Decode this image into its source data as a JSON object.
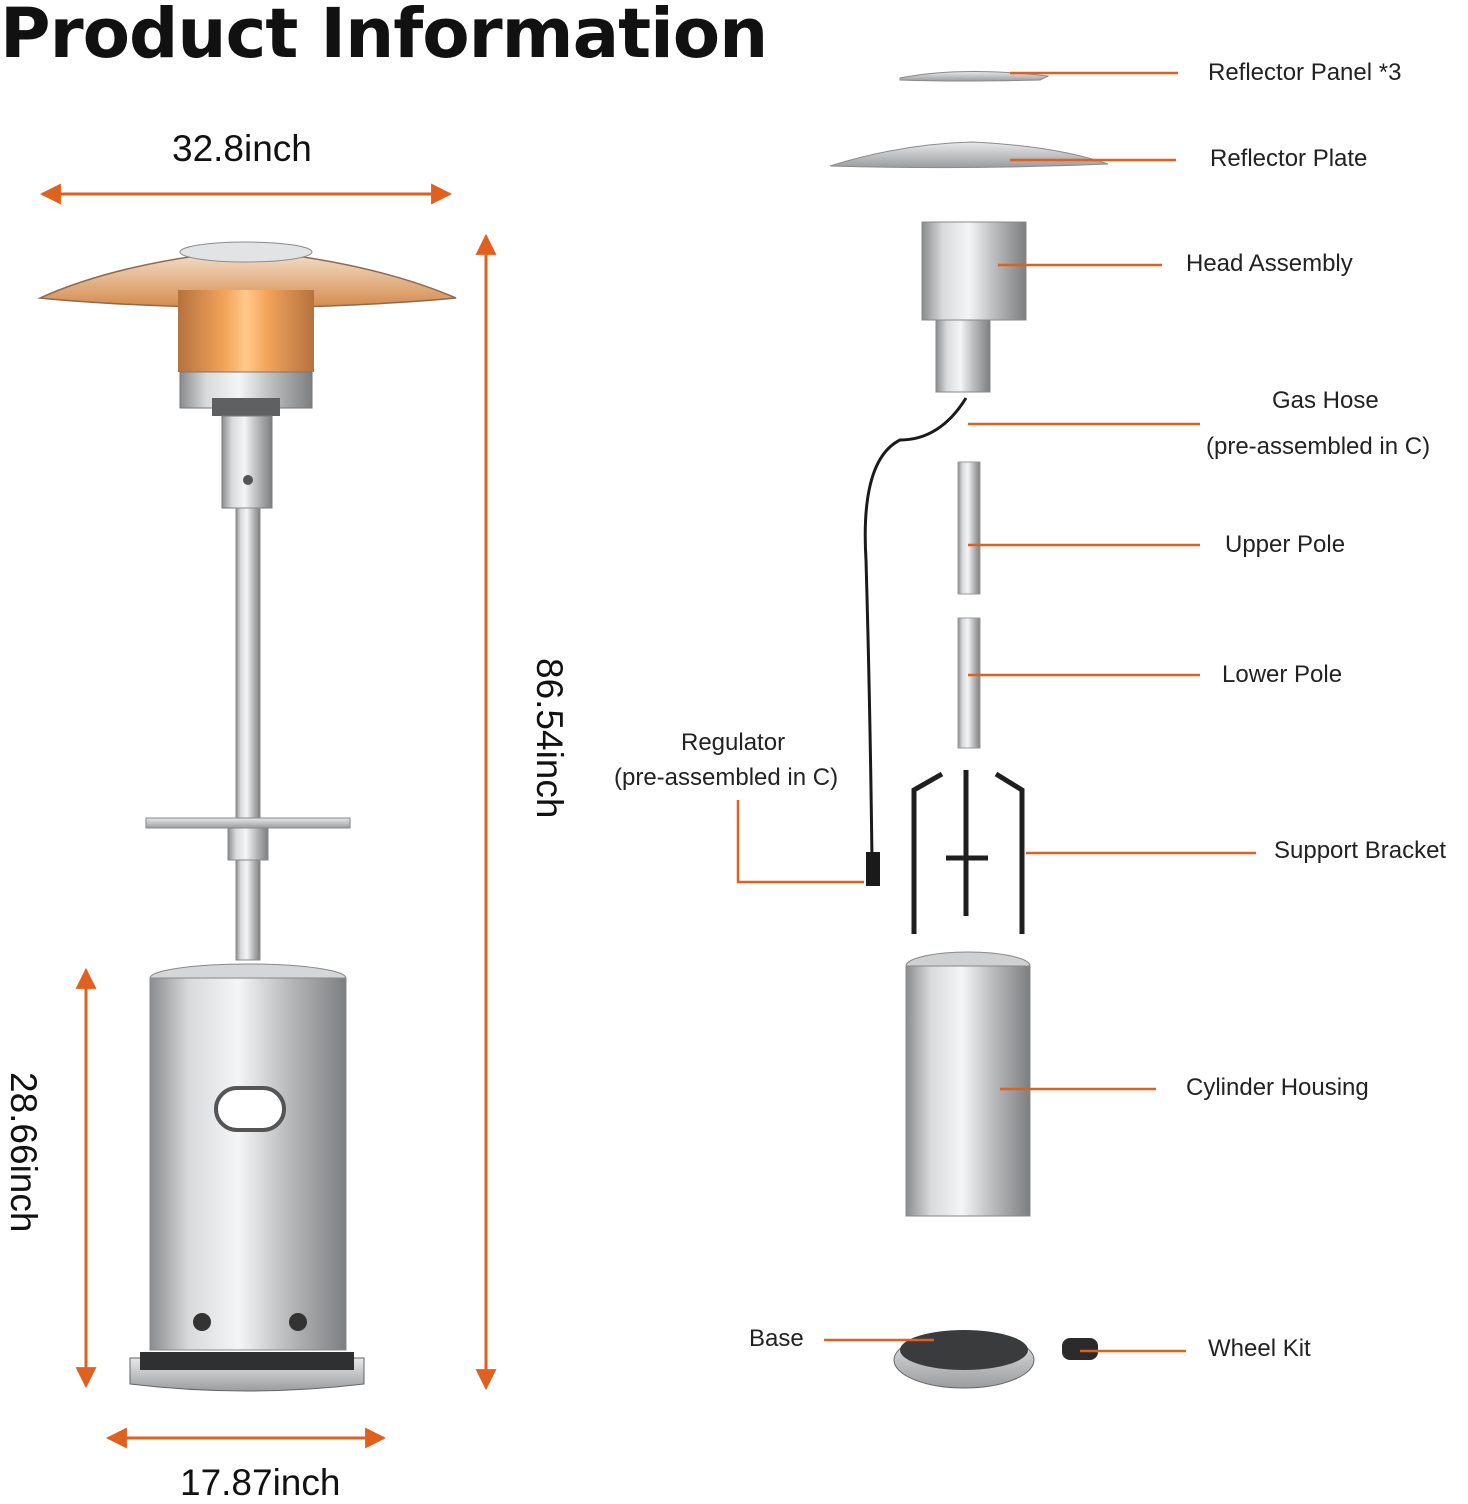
{
  "title": "Product Information",
  "accent_color": "#e0601f",
  "dimensions": {
    "top_width": "32.8inch",
    "total_height": "86.54inch",
    "cylinder_height": "28.66inch",
    "base_width": "17.87inch"
  },
  "parts": {
    "reflector_panel": "Reflector Panel *3",
    "reflector_plate": "Reflector Plate",
    "head_assembly": "Head Assembly",
    "gas_hose": "Gas Hose",
    "gas_hose_note": "(pre-assembled in C)",
    "upper_pole": "Upper Pole",
    "lower_pole": "Lower Pole",
    "regulator": "Regulator",
    "regulator_note": "(pre-assembled in C)",
    "support_bracket": "Support Bracket",
    "cylinder_housing": "Cylinder Housing",
    "base": "Base",
    "wheel_kit": "Wheel Kit"
  }
}
